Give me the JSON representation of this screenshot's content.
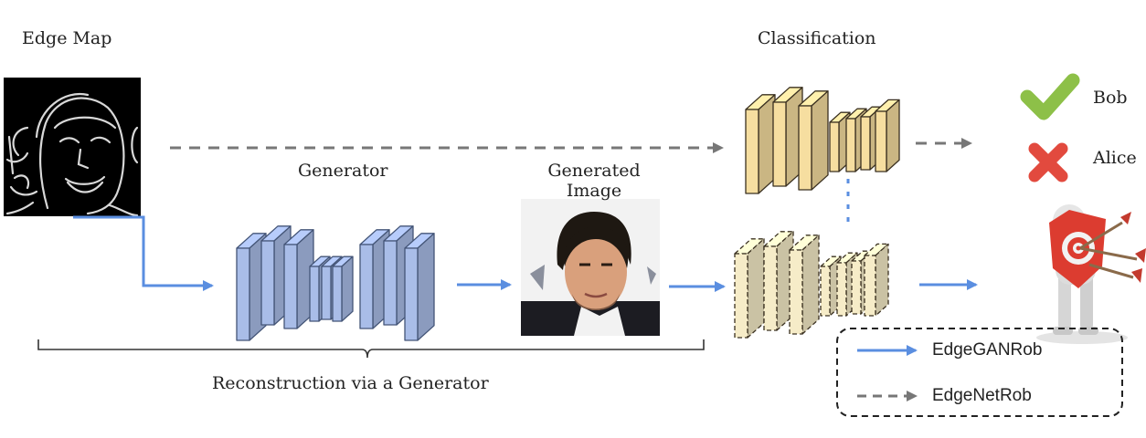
{
  "labels": {
    "edge_map": "Edge Map",
    "classification": "Classification",
    "generator": "Generator",
    "generated_image": "Generated\nImage",
    "reconstruction": "Reconstruction via a Generator"
  },
  "outputs": {
    "bob": "Bob",
    "alice": "Alice"
  },
  "legend": {
    "edgeganrob": "EdgeGANRob",
    "edgenetrob": "EdgeNetRob"
  },
  "colors": {
    "generator_fill": "#a9bde8",
    "generator_stroke": "#445577",
    "classifier_fill": "#f6dea0",
    "classifier_stroke": "#3a3020",
    "classifier_dashed_fill": "#f6ecc8",
    "blue_arrow": "#5a8ee0",
    "gray_arrow": "#777777",
    "check": "#8dc048",
    "cross": "#e24a3e"
  },
  "icons": [
    "edge-map-image",
    "generated-face-image",
    "check-icon",
    "cross-icon",
    "shield-target-figure-icon"
  ]
}
